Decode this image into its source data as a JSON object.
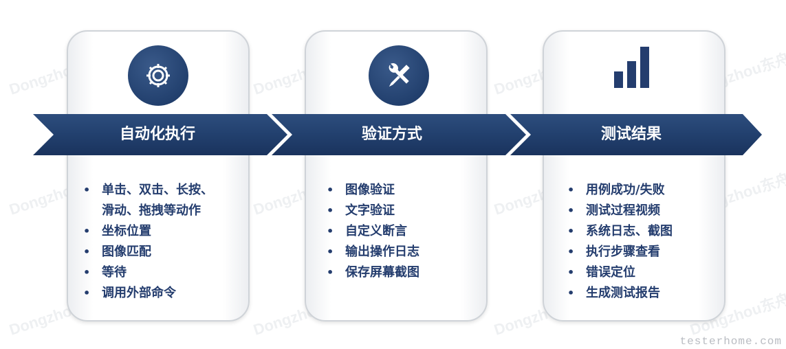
{
  "stages": [
    {
      "title": "自动化执行",
      "icon": "gear-icon",
      "items": [
        "单击、双击、长按、",
        "滑动、拖拽等动作",
        "坐标位置",
        "图像匹配",
        "等待",
        "调用外部命令"
      ]
    },
    {
      "title": "验证方式",
      "icon": "wrench-screwdriver-icon",
      "items": [
        "图像验证",
        "文字验证",
        "自定义断言",
        "输出操作日志",
        "保存屏幕截图"
      ]
    },
    {
      "title": "测试结果",
      "icon": "bar-chart-icon",
      "items": [
        "用例成功/失败",
        "测试过程视频",
        "系统日志、截图",
        "执行步骤查看",
        "错误定位",
        "生成测试报告"
      ]
    }
  ],
  "watermark": "Dongzhou东舟",
  "footer": "testerhome.com",
  "colors": {
    "navy": "#22406e",
    "text": "#243d6e",
    "card_border": "#cfd3d8"
  }
}
